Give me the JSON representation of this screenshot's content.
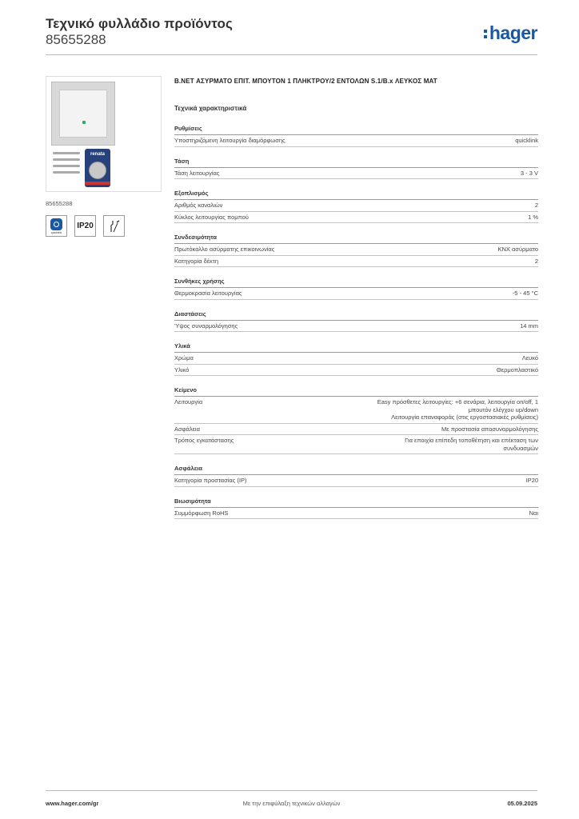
{
  "header": {
    "title": "Τεχνικό φυλλάδιο προϊόντος",
    "code": "85655288",
    "logo_text": "hager",
    "brand_color": "#1a57a6"
  },
  "left": {
    "battery_brand": "renata",
    "product_code": "85655288",
    "badges": [
      {
        "icon": "quicklink-icon",
        "label": "quicklink"
      },
      {
        "icon": "ip20-badge",
        "label": "IP20"
      },
      {
        "icon": "screwdriver-icon"
      }
    ]
  },
  "main": {
    "product_title": "B.NET ΑΣΥΡΜΑΤΟ ΕΠΙΤ. ΜΠΟΥΤΟΝ 1 ΠΛΗΚΤΡΟΥ/2 ΕΝΤΟΛΩΝ S.1/B.x ΛΕΥΚΟΣ ΜΑΤ",
    "tech_heading": "Τεχνικά χαρακτηριστικά",
    "sections": [
      {
        "title": "Ρυθμίσεις",
        "rows": [
          {
            "k": "Υποστηριζόμενη λειτουργία διαμόρφωσης",
            "v": [
              "quicklink"
            ]
          }
        ]
      },
      {
        "title": "Τάση",
        "rows": [
          {
            "k": "Τάση λειτουργίας",
            "v": [
              "3 - 3 V"
            ]
          }
        ]
      },
      {
        "title": "Εξοπλισμός",
        "rows": [
          {
            "k": "Αριθμός καναλιών",
            "v": [
              "2"
            ]
          },
          {
            "k": "Κύκλος λειτουργίας πομπού",
            "v": [
              "1 %"
            ]
          }
        ]
      },
      {
        "title": "Συνδεσιμότητα",
        "rows": [
          {
            "k": "Πρωτόκολλο ασύρματης επικοινωνίας",
            "v": [
              "KNX ασύρματο"
            ]
          },
          {
            "k": "Κατηγορία δέκτη",
            "v": [
              "2"
            ]
          }
        ]
      },
      {
        "title": "Συνθήκες χρήσης",
        "rows": [
          {
            "k": "Θερμοκρασία λειτουργίας",
            "v": [
              "-5 - 45 °C"
            ]
          }
        ]
      },
      {
        "title": "Διαστάσεις",
        "rows": [
          {
            "k": "Ύψος συναρμολόγησης",
            "v": [
              "14 mm"
            ]
          }
        ]
      },
      {
        "title": "Υλικά",
        "rows": [
          {
            "k": "Χρώμα",
            "v": [
              "Λευκό"
            ]
          },
          {
            "k": "Υλικό",
            "v": [
              "Θερμοπλαστικό"
            ]
          }
        ]
      },
      {
        "title": "Κείμενο",
        "rows": [
          {
            "k": "Λειτουργία",
            "v": [
              "Easy πρόσθετες λειτουργίες: +6 σενάρια, λειτουργία on/off, 1",
              "μπουτόν ελέγχου up/down",
              "Λειτουργία επαναφοράς (στις εργοστασιακές ρυθμίσεις)"
            ]
          },
          {
            "k": "Ασφάλεια",
            "v": [
              "Με προστασία αποσυναρμολόγησης"
            ]
          },
          {
            "k": "Τρόπος εγκατάστασης",
            "v": [
              "Για εποιχία επίπεδη τοποθέτηση και επέκταση των",
              "συνδυασμών"
            ]
          }
        ]
      },
      {
        "title": "Ασφάλεια",
        "rows": [
          {
            "k": "Κατηγορία προστασίας (IP)",
            "v": [
              "IP20"
            ]
          }
        ]
      },
      {
        "title": "Βιωσιμότητα",
        "rows": [
          {
            "k": "Συμμόρφωση RoHS",
            "v": [
              "Ναι"
            ]
          }
        ]
      }
    ]
  },
  "footer": {
    "website": "www.hager.com/gr",
    "disclaimer": "Με την επιφύλαξη τεχνικών αλλαγών",
    "date": "05.09.2025"
  }
}
